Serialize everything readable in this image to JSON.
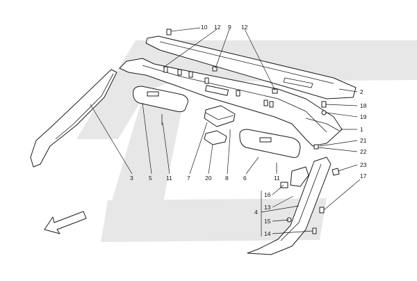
{
  "watermark": {
    "color": "#e7e7e7"
  },
  "arrow": {
    "icon": "direction-arrow-icon"
  },
  "callouts": [
    "10",
    "12",
    "9",
    "12",
    "2",
    "18",
    "19",
    "1",
    "21",
    "22",
    "23",
    "17",
    "3",
    "5",
    "11",
    "7",
    "20",
    "8",
    "6",
    "11",
    "16",
    "13",
    "4",
    "15",
    "14"
  ]
}
